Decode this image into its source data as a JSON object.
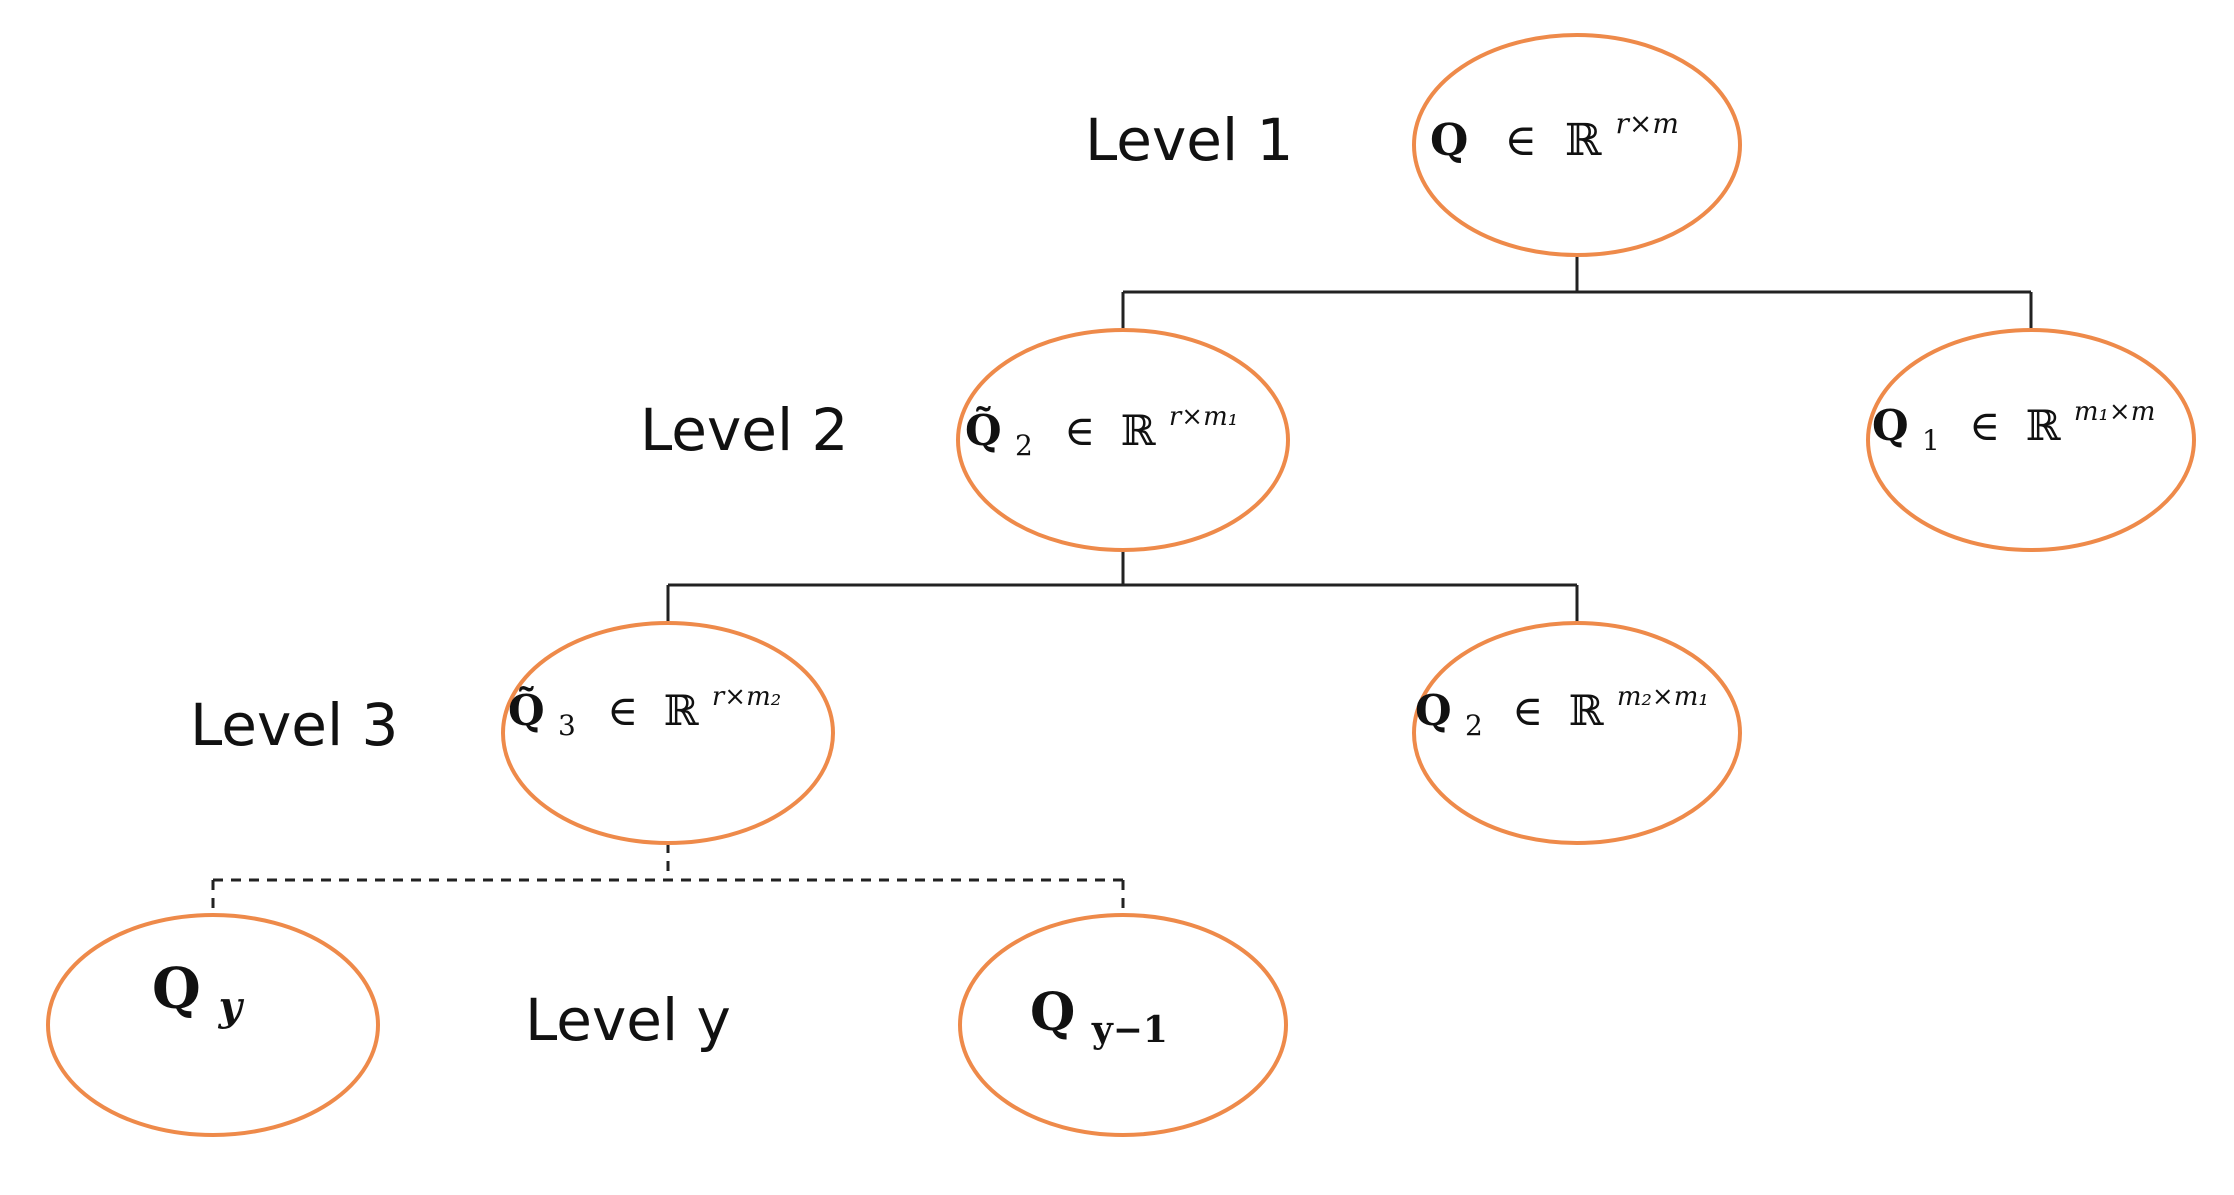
{
  "colors": {
    "node_border": "#ee8a4a",
    "edge": "#222222",
    "text": "#111111"
  },
  "levels": {
    "level1": "Level 1",
    "level2": "Level 2",
    "level3": "Level 3",
    "levely": "Level y"
  },
  "nodes": {
    "root": {
      "symbol": "Q",
      "member": "∈",
      "space": "ℝ",
      "dims": "r×m"
    },
    "q2_tilde": {
      "symbol": "Q̃",
      "sub": "2",
      "member": "∈",
      "space": "ℝ",
      "dims": "r×m₁"
    },
    "q1": {
      "symbol": "Q",
      "sub": "1",
      "member": "∈",
      "space": "ℝ",
      "dims": "m₁×m"
    },
    "q3_tilde": {
      "symbol": "Q̃",
      "sub": "3",
      "member": "∈",
      "space": "ℝ",
      "dims": "r×m₂"
    },
    "q2": {
      "symbol": "Q",
      "sub": "2",
      "member": "∈",
      "space": "ℝ",
      "dims": "m₂×m₁"
    },
    "qy": {
      "symbol": "Q",
      "sub": "y"
    },
    "qy_minus_1": {
      "symbol": "Q",
      "sub": "y−1"
    }
  }
}
